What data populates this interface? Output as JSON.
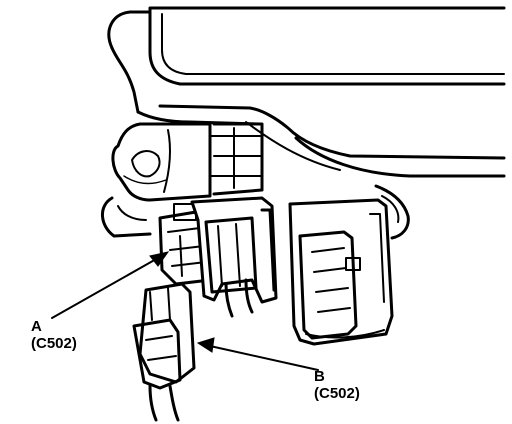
{
  "callouts": {
    "a": {
      "letter": "A",
      "code": "(C502)"
    },
    "b": {
      "letter": "B",
      "code": "(C502)"
    }
  },
  "colors": {
    "ink": "#000000",
    "paper": "#ffffff"
  }
}
